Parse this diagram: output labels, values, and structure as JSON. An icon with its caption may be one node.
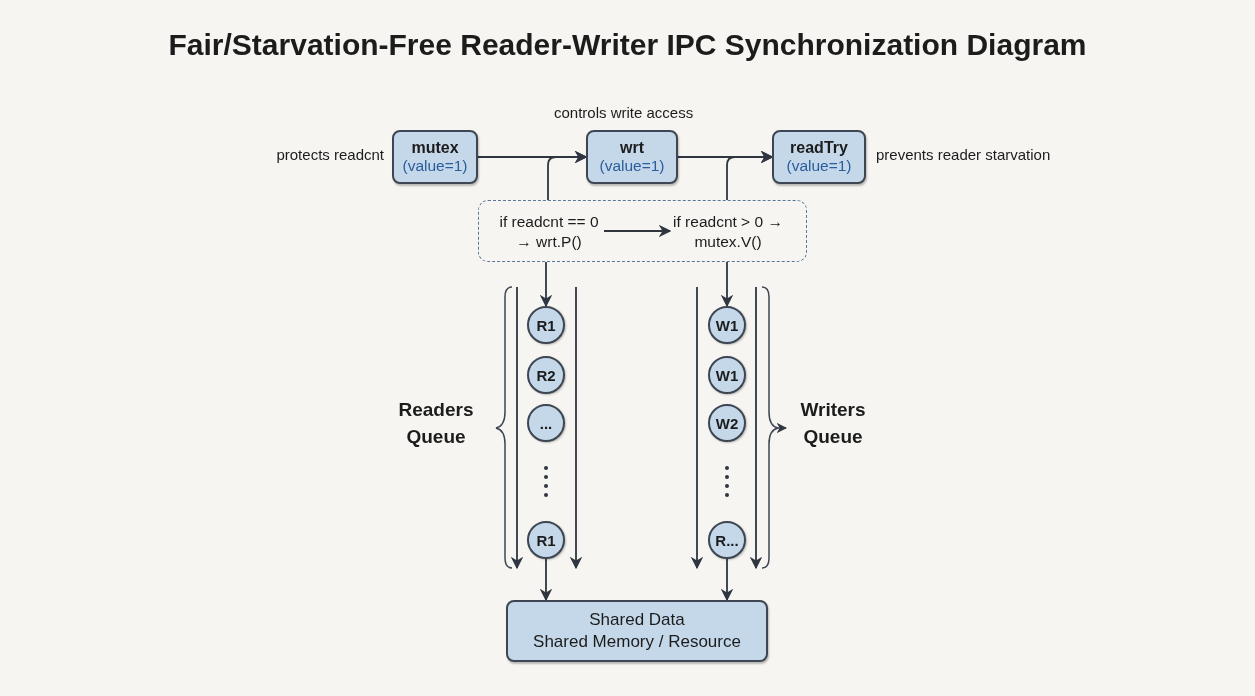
{
  "diagram": {
    "title": "Fair/Starvation-Free Reader-Writer IPC Synchronization Diagram",
    "nodes": [
      {
        "text": [
          "mutex",
          "(value=1)"
        ],
        "beside": [
          "protects readcnt"
        ]
      },
      {
        "text": [
          "wrt",
          "(value=1)"
        ],
        "beside": [
          "controls write access"
        ]
      },
      {
        "text": [
          "readTry",
          "(value=1)"
        ],
        "beside": [
          "prevents reader starvation"
        ]
      },
      {
        "text": [],
        "shape": "box"
      },
      {
        "text": [
          "if readcnt == 0 → wrt.P()"
        ],
        "in": 3
      },
      {
        "text": [
          "if readcnt > 0 → mutex.V()"
        ],
        "in": 3
      },
      {
        "text": [
          "R1"
        ]
      },
      {
        "text": [
          "R2"
        ]
      },
      {
        "text": [
          "..."
        ]
      },
      {
        "text": [
          "R1"
        ]
      },
      {
        "text": [
          "W1"
        ]
      },
      {
        "text": [
          "W1"
        ]
      },
      {
        "text": [
          "W2"
        ]
      },
      {
        "text": [
          "R..."
        ]
      },
      {
        "text": [
          "Shared Data",
          "Shared Memory / Resource"
        ]
      }
    ],
    "edges": [
      {
        "from": 0,
        "to": 1,
        "arrow": "to"
      },
      {
        "from": 3,
        "to": 1,
        "arrow": "to"
      },
      {
        "from": 1,
        "to": 2,
        "arrow": "to"
      },
      {
        "from": 3,
        "to": 2,
        "arrow": "to"
      },
      {
        "from": 4,
        "to": 5,
        "arrow": "to"
      },
      {
        "from": 3,
        "to": 6,
        "arrow": "to"
      },
      {
        "from": 9,
        "to": 14,
        "arrow": "to"
      },
      {
        "from": 3,
        "to": 10,
        "arrow": "to"
      },
      {
        "from": 13,
        "to": 14,
        "arrow": "to"
      }
    ],
    "labels": [
      "Readers Queue",
      "Writers Queue"
    ]
  }
}
